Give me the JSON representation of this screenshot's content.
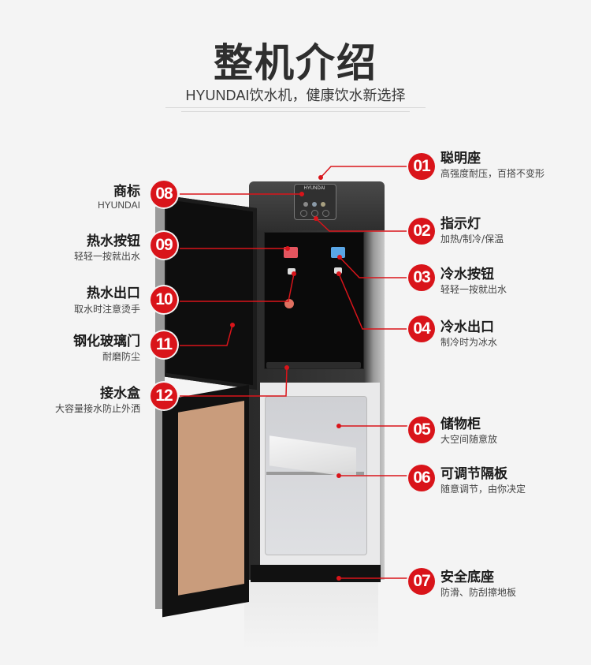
{
  "header": {
    "title": "整机介绍",
    "subtitle": "HYUNDAI饮水机，健康饮水新选择"
  },
  "product": {
    "brand_logo": "HYUNDAI",
    "accent_color": "#d9141a",
    "hot_button_color": "#e4555f",
    "cold_button_color": "#5aa6e6",
    "door_panel_color": "#c99c7c"
  },
  "callouts_right": [
    {
      "number": "01",
      "title": "聪明座",
      "desc": "高强度耐压，百搭不变形"
    },
    {
      "number": "02",
      "title": "指示灯",
      "desc": "加热/制冷/保温"
    },
    {
      "number": "03",
      "title": "冷水按钮",
      "desc": "轻轻一按就出水"
    },
    {
      "number": "04",
      "title": "冷水出口",
      "desc": "制冷时为冰水"
    },
    {
      "number": "05",
      "title": "储物柜",
      "desc": "大空间随意放"
    },
    {
      "number": "06",
      "title": "可调节隔板",
      "desc": "随意调节，由你决定"
    },
    {
      "number": "07",
      "title": "安全底座",
      "desc": "防滑、防刮擦地板"
    }
  ],
  "callouts_left": [
    {
      "number": "08",
      "title": "商标",
      "desc": "HYUNDAI"
    },
    {
      "number": "09",
      "title": "热水按钮",
      "desc": "轻轻一按就出水"
    },
    {
      "number": "10",
      "title": "热水出口",
      "desc": "取水时注意烫手"
    },
    {
      "number": "11",
      "title": "钢化玻璃门",
      "desc": "耐磨防尘"
    },
    {
      "number": "12",
      "title": "接水盒",
      "desc": "大容量接水防止外洒"
    }
  ]
}
